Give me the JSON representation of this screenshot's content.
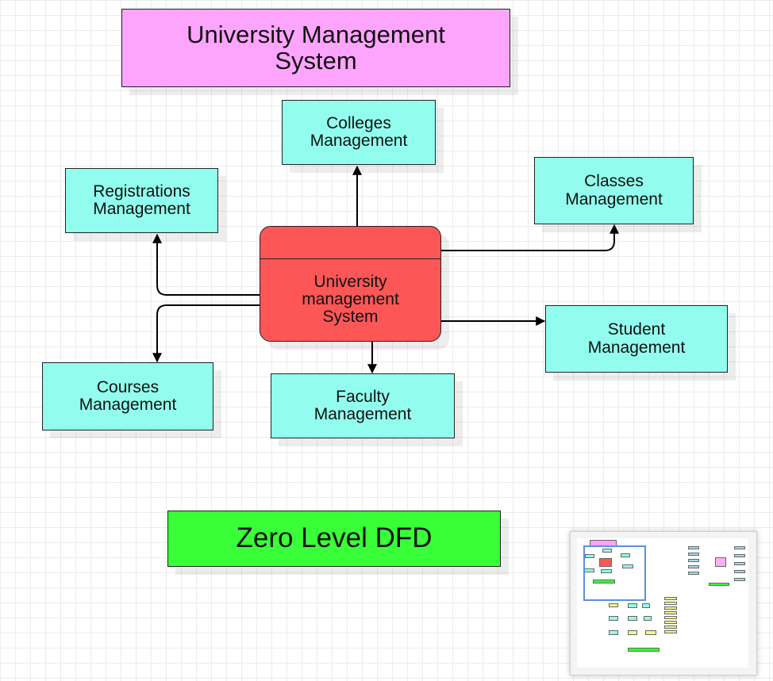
{
  "diagram": {
    "title": "University Management System",
    "process": {
      "label": "University\nmanagement\nSystem",
      "color": "#fd5656"
    },
    "entities": {
      "colleges": "Colleges\nManagement",
      "registrations": "Registrations\nManagement",
      "classes": "Classes\nManagement",
      "student": "Student\nManagement",
      "courses": "Courses\nManagement",
      "faculty": "Faculty\nManagement"
    },
    "level_label": "Zero Level DFD",
    "colors": {
      "title": "#fda4fd",
      "entity": "#92fdee",
      "level_label": "#38ff38",
      "grid": "#ececec"
    }
  },
  "minimap": {
    "description_icon": "page-overview-icon"
  }
}
